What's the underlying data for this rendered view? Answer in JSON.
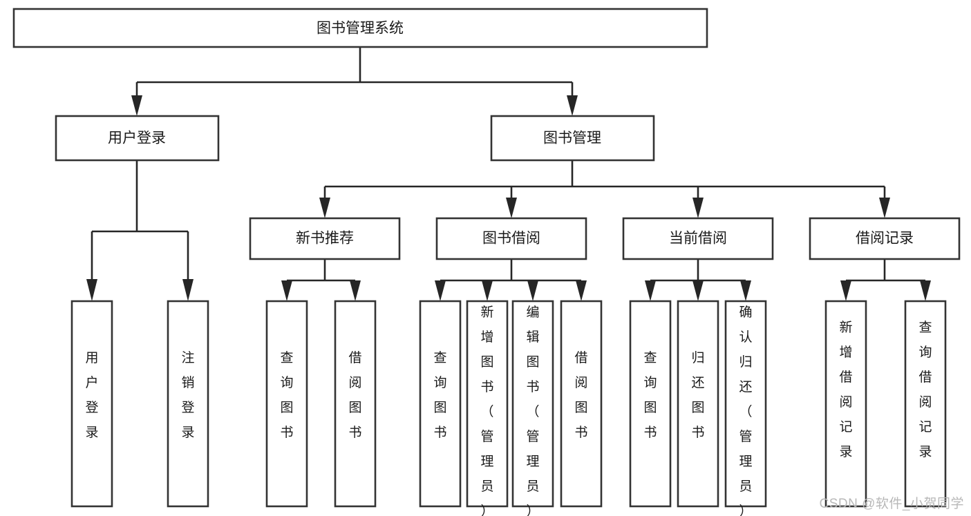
{
  "diagram": {
    "title": "图书管理系统",
    "type": "tree",
    "watermark": "CSDN @软件_小贺同学",
    "colors": {
      "box_fill": "#ffffff",
      "box_stroke": "#333333",
      "connector": "#262626",
      "text": "#1a1a1a",
      "watermark": "#b8b8b8",
      "background": "#ffffff"
    },
    "nodes": {
      "root": {
        "label": "图书管理系统",
        "level": 0,
        "orientation": "horizontal"
      },
      "l1": [
        {
          "id": "user-login",
          "label": "用户登录",
          "level": 1,
          "orientation": "horizontal"
        },
        {
          "id": "book-manage",
          "label": "图书管理",
          "level": 1,
          "orientation": "horizontal"
        }
      ],
      "l2": [
        {
          "id": "new-book-recommend",
          "label": "新书推荐",
          "level": 2,
          "orientation": "horizontal"
        },
        {
          "id": "book-borrow",
          "label": "图书借阅",
          "level": 2,
          "orientation": "horizontal"
        },
        {
          "id": "current-borrow",
          "label": "当前借阅",
          "level": 2,
          "orientation": "horizontal"
        },
        {
          "id": "borrow-record",
          "label": "借阅记录",
          "level": 2,
          "orientation": "horizontal"
        }
      ],
      "leaves": {
        "user_login": [
          {
            "id": "leaf-user-login",
            "label": "用户登录"
          },
          {
            "id": "leaf-logout",
            "label": "注销登录"
          }
        ],
        "new_book_recommend": [
          {
            "id": "leaf-query-book-1",
            "label": "查询图书"
          },
          {
            "id": "leaf-borrow-book-1",
            "label": "借阅图书"
          }
        ],
        "book_borrow": [
          {
            "id": "leaf-query-book-2",
            "label": "查询图书"
          },
          {
            "id": "leaf-add-book",
            "label": "新增图书（管理员）"
          },
          {
            "id": "leaf-edit-book",
            "label": "编辑图书（管理员）"
          },
          {
            "id": "leaf-borrow-book-2",
            "label": "借阅图书"
          }
        ],
        "current_borrow": [
          {
            "id": "leaf-query-book-3",
            "label": "查询图书"
          },
          {
            "id": "leaf-return-book",
            "label": "归还图书"
          },
          {
            "id": "leaf-confirm-return",
            "label": "确认归还（管理员）"
          }
        ],
        "borrow_record": [
          {
            "id": "leaf-add-record",
            "label": "新增借阅记录"
          },
          {
            "id": "leaf-query-record",
            "label": "查询借阅记录"
          }
        ]
      }
    }
  }
}
